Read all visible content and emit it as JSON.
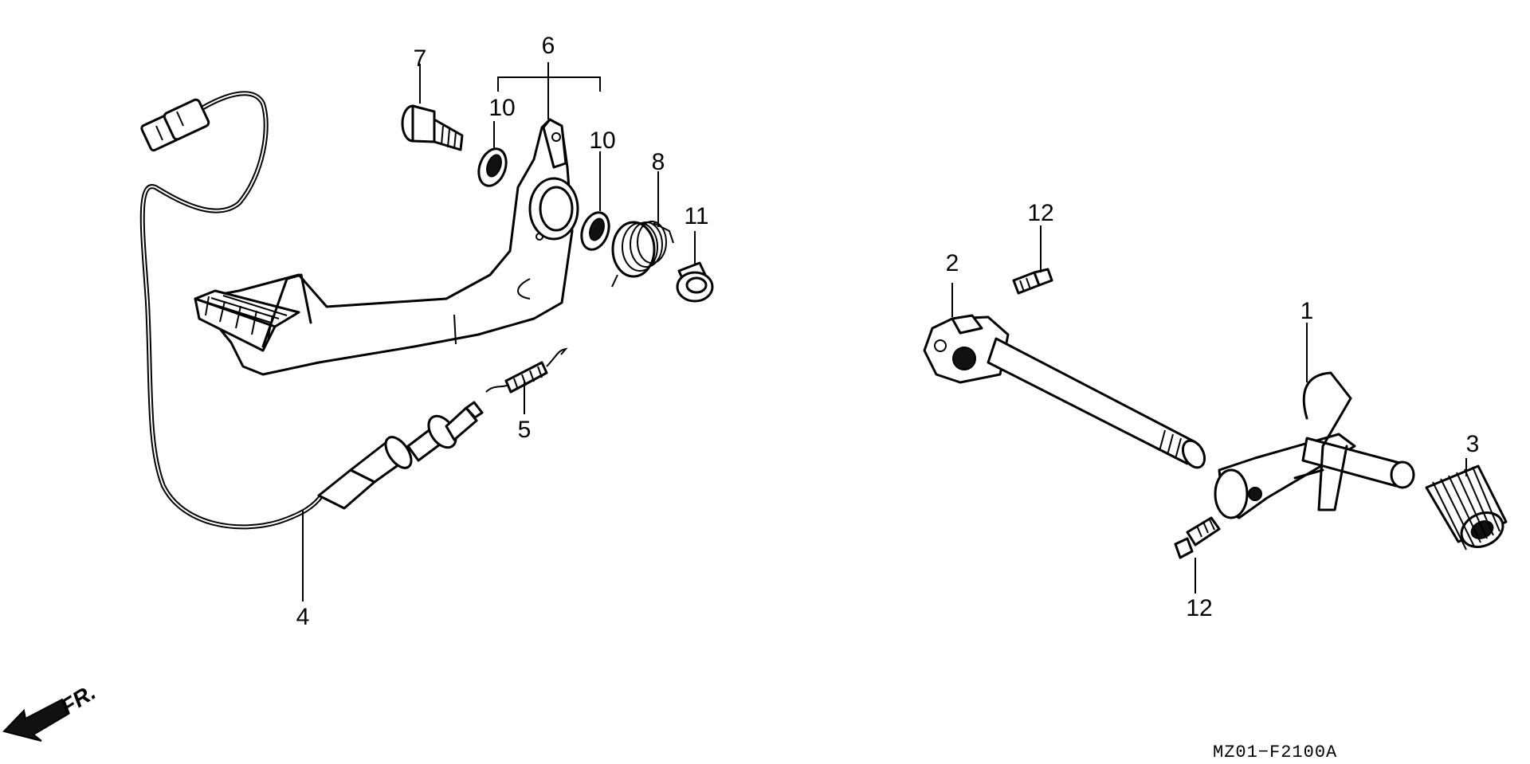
{
  "diagram": {
    "callouts": [
      {
        "id": "1",
        "label": "1"
      },
      {
        "id": "2",
        "label": "2"
      },
      {
        "id": "3",
        "label": "3"
      },
      {
        "id": "4",
        "label": "4"
      },
      {
        "id": "5",
        "label": "5"
      },
      {
        "id": "6",
        "label": "6"
      },
      {
        "id": "7",
        "label": "7"
      },
      {
        "id": "8",
        "label": "8"
      },
      {
        "id": "10a",
        "label": "10"
      },
      {
        "id": "10b",
        "label": "10"
      },
      {
        "id": "11",
        "label": "11"
      },
      {
        "id": "12a",
        "label": "12"
      },
      {
        "id": "12b",
        "label": "12"
      }
    ],
    "front_indicator": "FR.",
    "diagram_code": "MZ01−F2100A"
  }
}
